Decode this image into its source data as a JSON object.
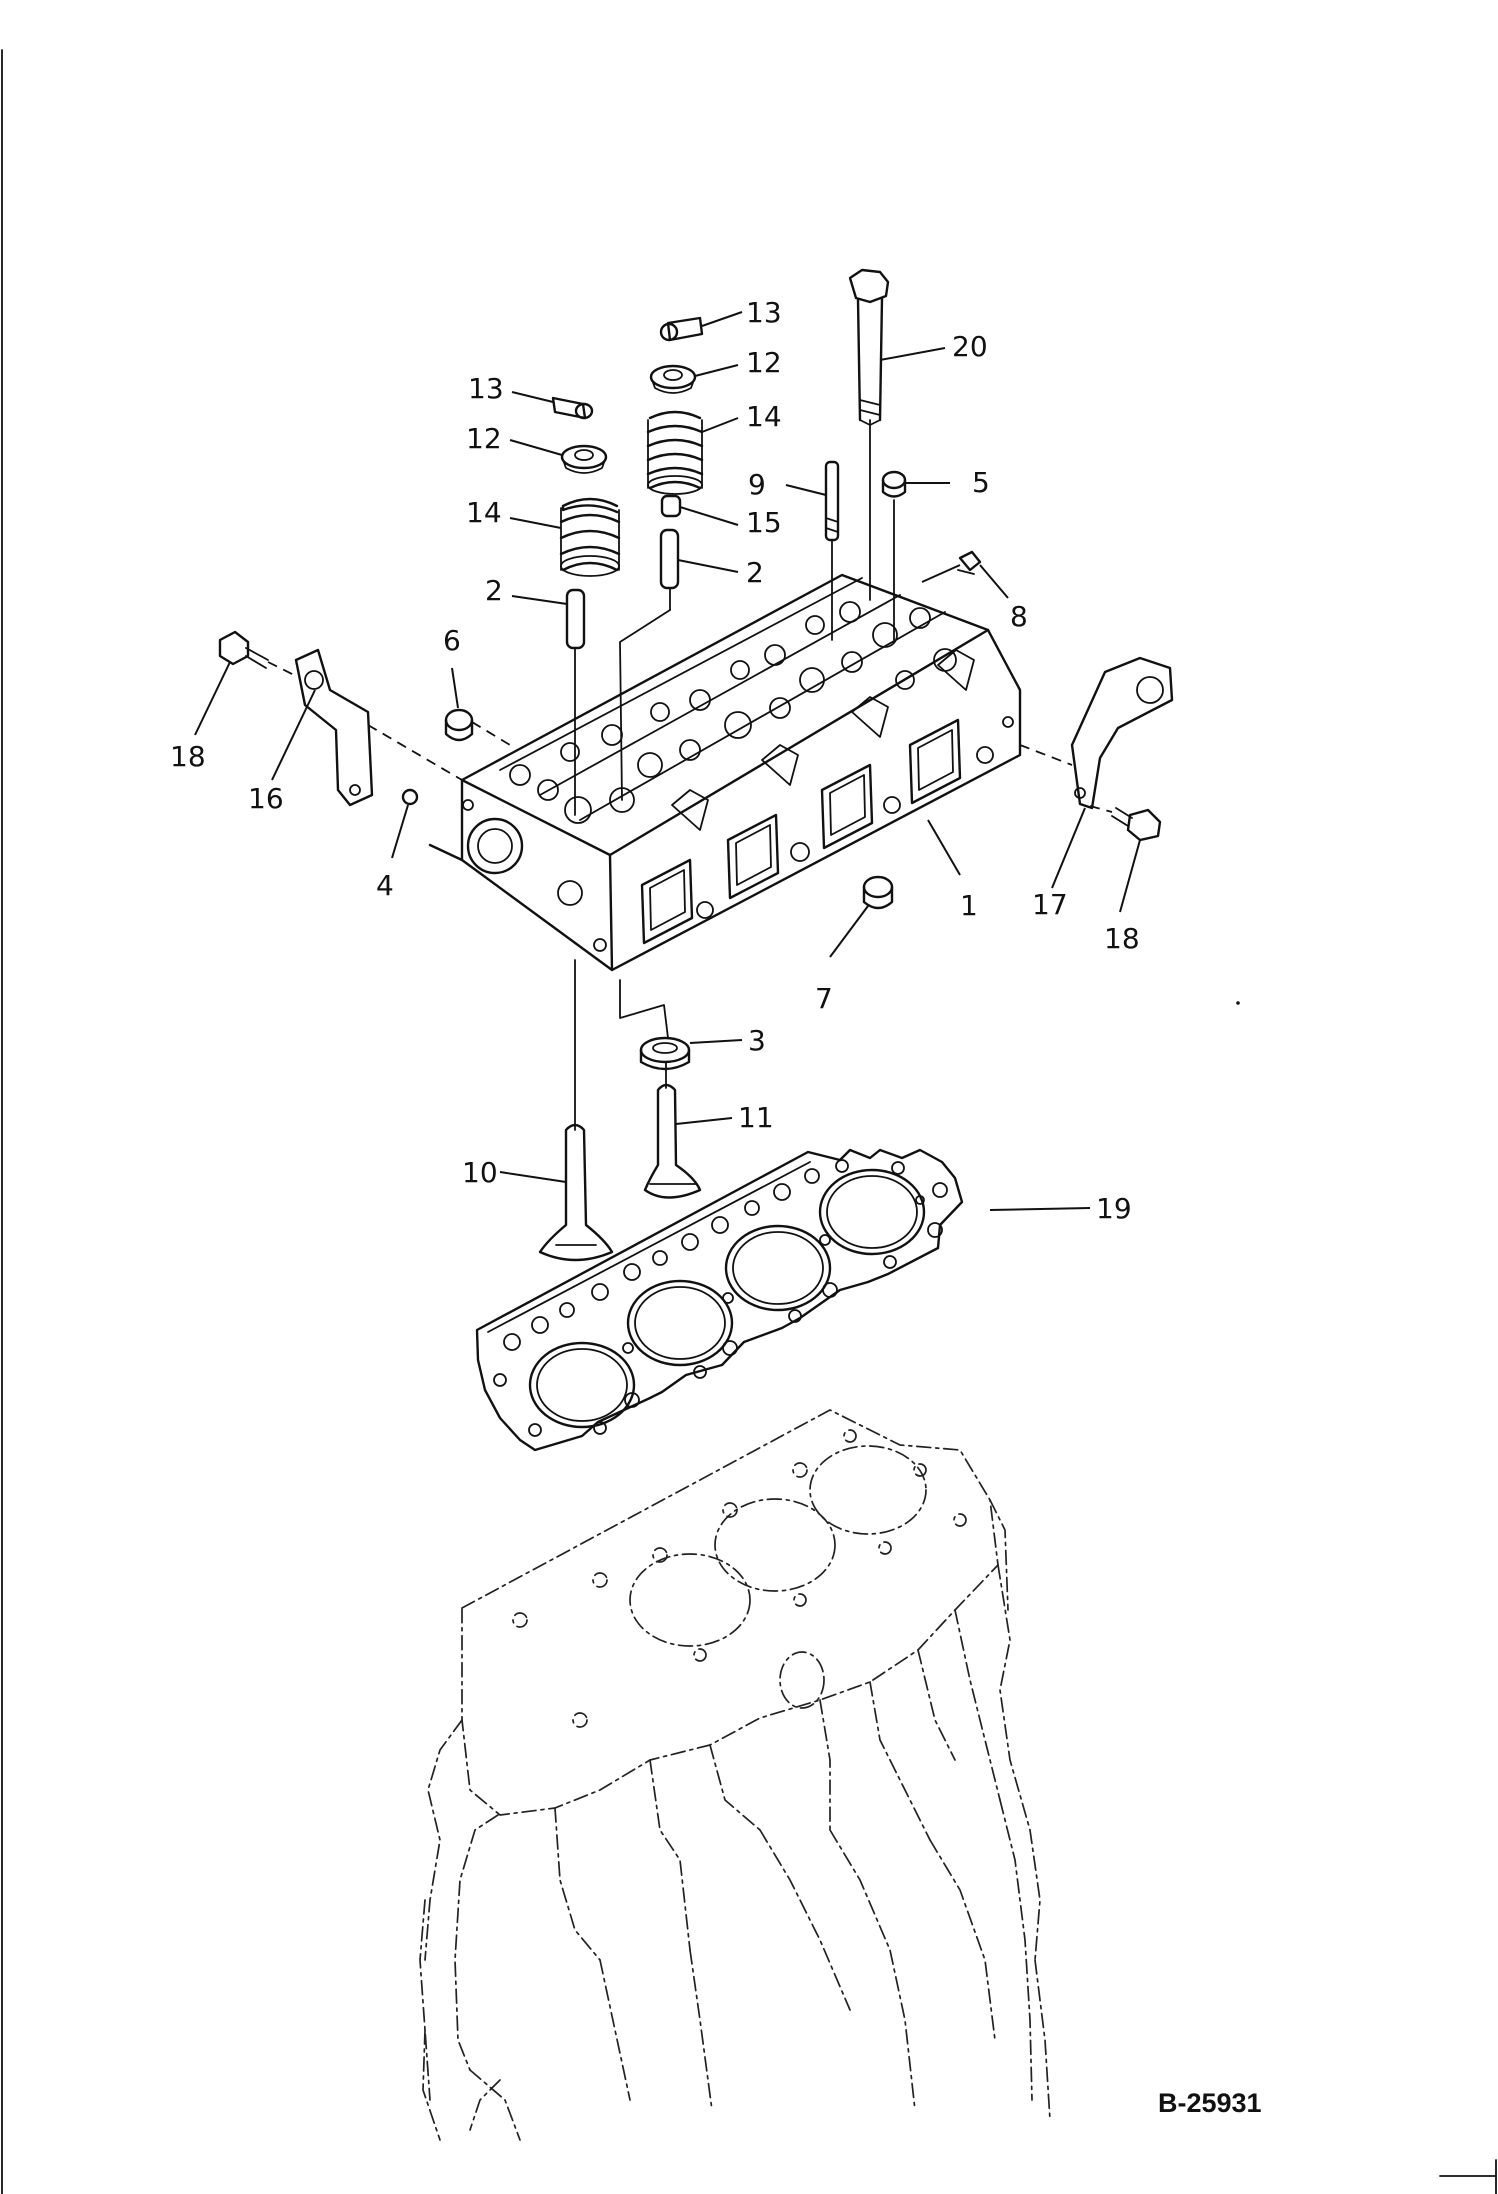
{
  "drawing": {
    "code": "B-25931"
  },
  "callouts": {
    "c1": "1",
    "c2a": "2",
    "c2b": "2",
    "c3": "3",
    "c4": "4",
    "c5": "5",
    "c6": "6",
    "c7": "7",
    "c8": "8",
    "c9": "9",
    "c10": "10",
    "c11": "11",
    "c12a": "12",
    "c12b": "12",
    "c13a": "13",
    "c13b": "13",
    "c14a": "14",
    "c14b": "14",
    "c15": "15",
    "c16": "16",
    "c17": "17",
    "c18a": "18",
    "c18b": "18",
    "c19": "19",
    "c20": "20"
  }
}
